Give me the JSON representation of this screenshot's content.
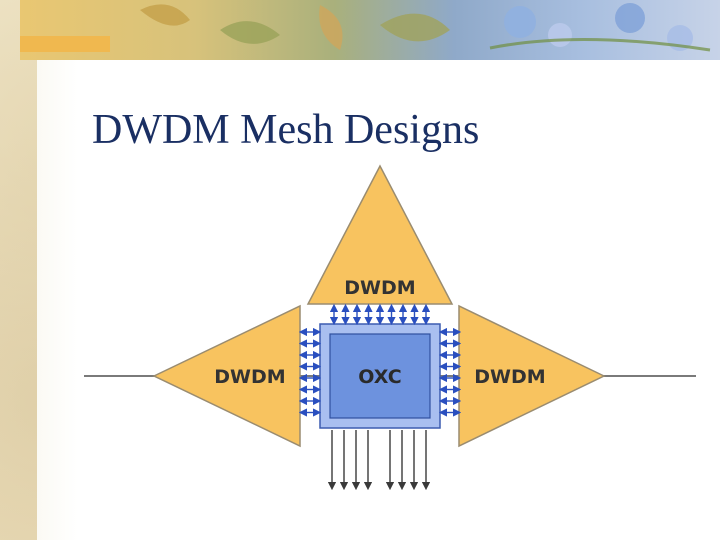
{
  "slide": {
    "title": "DWDM Mesh Designs"
  },
  "diagram": {
    "nodes": {
      "top": "DWDM",
      "left": "DWDM",
      "right": "DWDM",
      "center": "OXC"
    },
    "colors": {
      "triangle_fill": "#f8c35f",
      "triangle_stroke": "#9a8c70",
      "oxc_fill": "#6d92de",
      "oxc_frame": "#a9bff0",
      "arrow": "#2a4fbf",
      "line": "#7a7a7a",
      "title": "#1a2f63"
    },
    "icons": [
      "leaf-banner",
      "bidirectional-arrow",
      "down-arrow"
    ]
  }
}
